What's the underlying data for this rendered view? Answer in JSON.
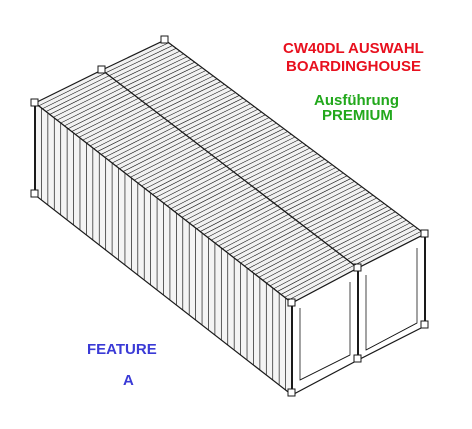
{
  "title": {
    "line1": "CW40DL AUSWAHL",
    "line2": "BOARDINGHOUSE",
    "color": "#e8101e"
  },
  "variant": {
    "label": "Ausführung",
    "value": "PREMIUM",
    "color": "#22a81c"
  },
  "feature": {
    "label": "FEATURE",
    "value": "A",
    "color": "#3a3ad6"
  },
  "drawing": {
    "subject": "two-40ft-containers-side-by-side-isometric",
    "line_color": "#1a1a1a",
    "roof_fill": "#f2f2f2",
    "side_fill": "#f4f4f4",
    "end_fill": "#ffffff"
  }
}
